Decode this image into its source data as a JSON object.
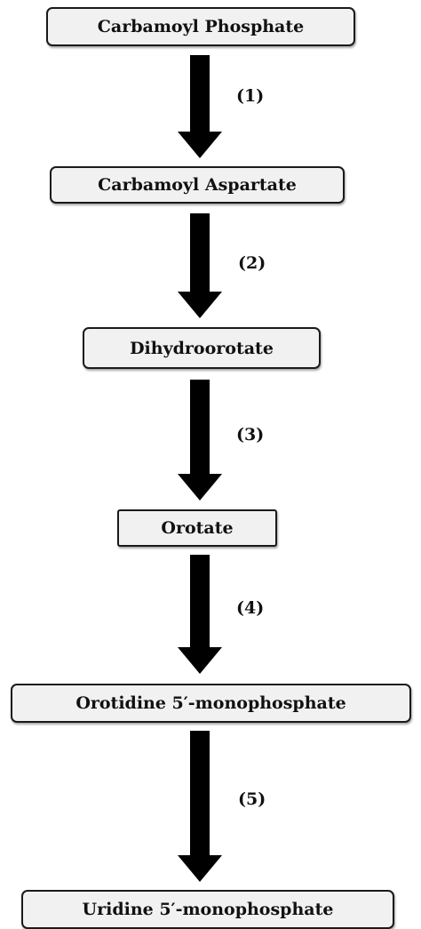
{
  "nodes": [
    {
      "label": "Carbamoyl Phosphate"
    },
    {
      "label": "Carbamoyl Aspartate"
    },
    {
      "label": "Dihydroorotate"
    },
    {
      "label": "Orotate"
    },
    {
      "label": "Orotidine 5′-monophosphate"
    },
    {
      "label": "Uridine 5′-monophosphate"
    }
  ],
  "steps": [
    {
      "label": "(1)"
    },
    {
      "label": "(2)"
    },
    {
      "label": "(3)"
    },
    {
      "label": "(4)"
    },
    {
      "label": "(5)"
    }
  ]
}
